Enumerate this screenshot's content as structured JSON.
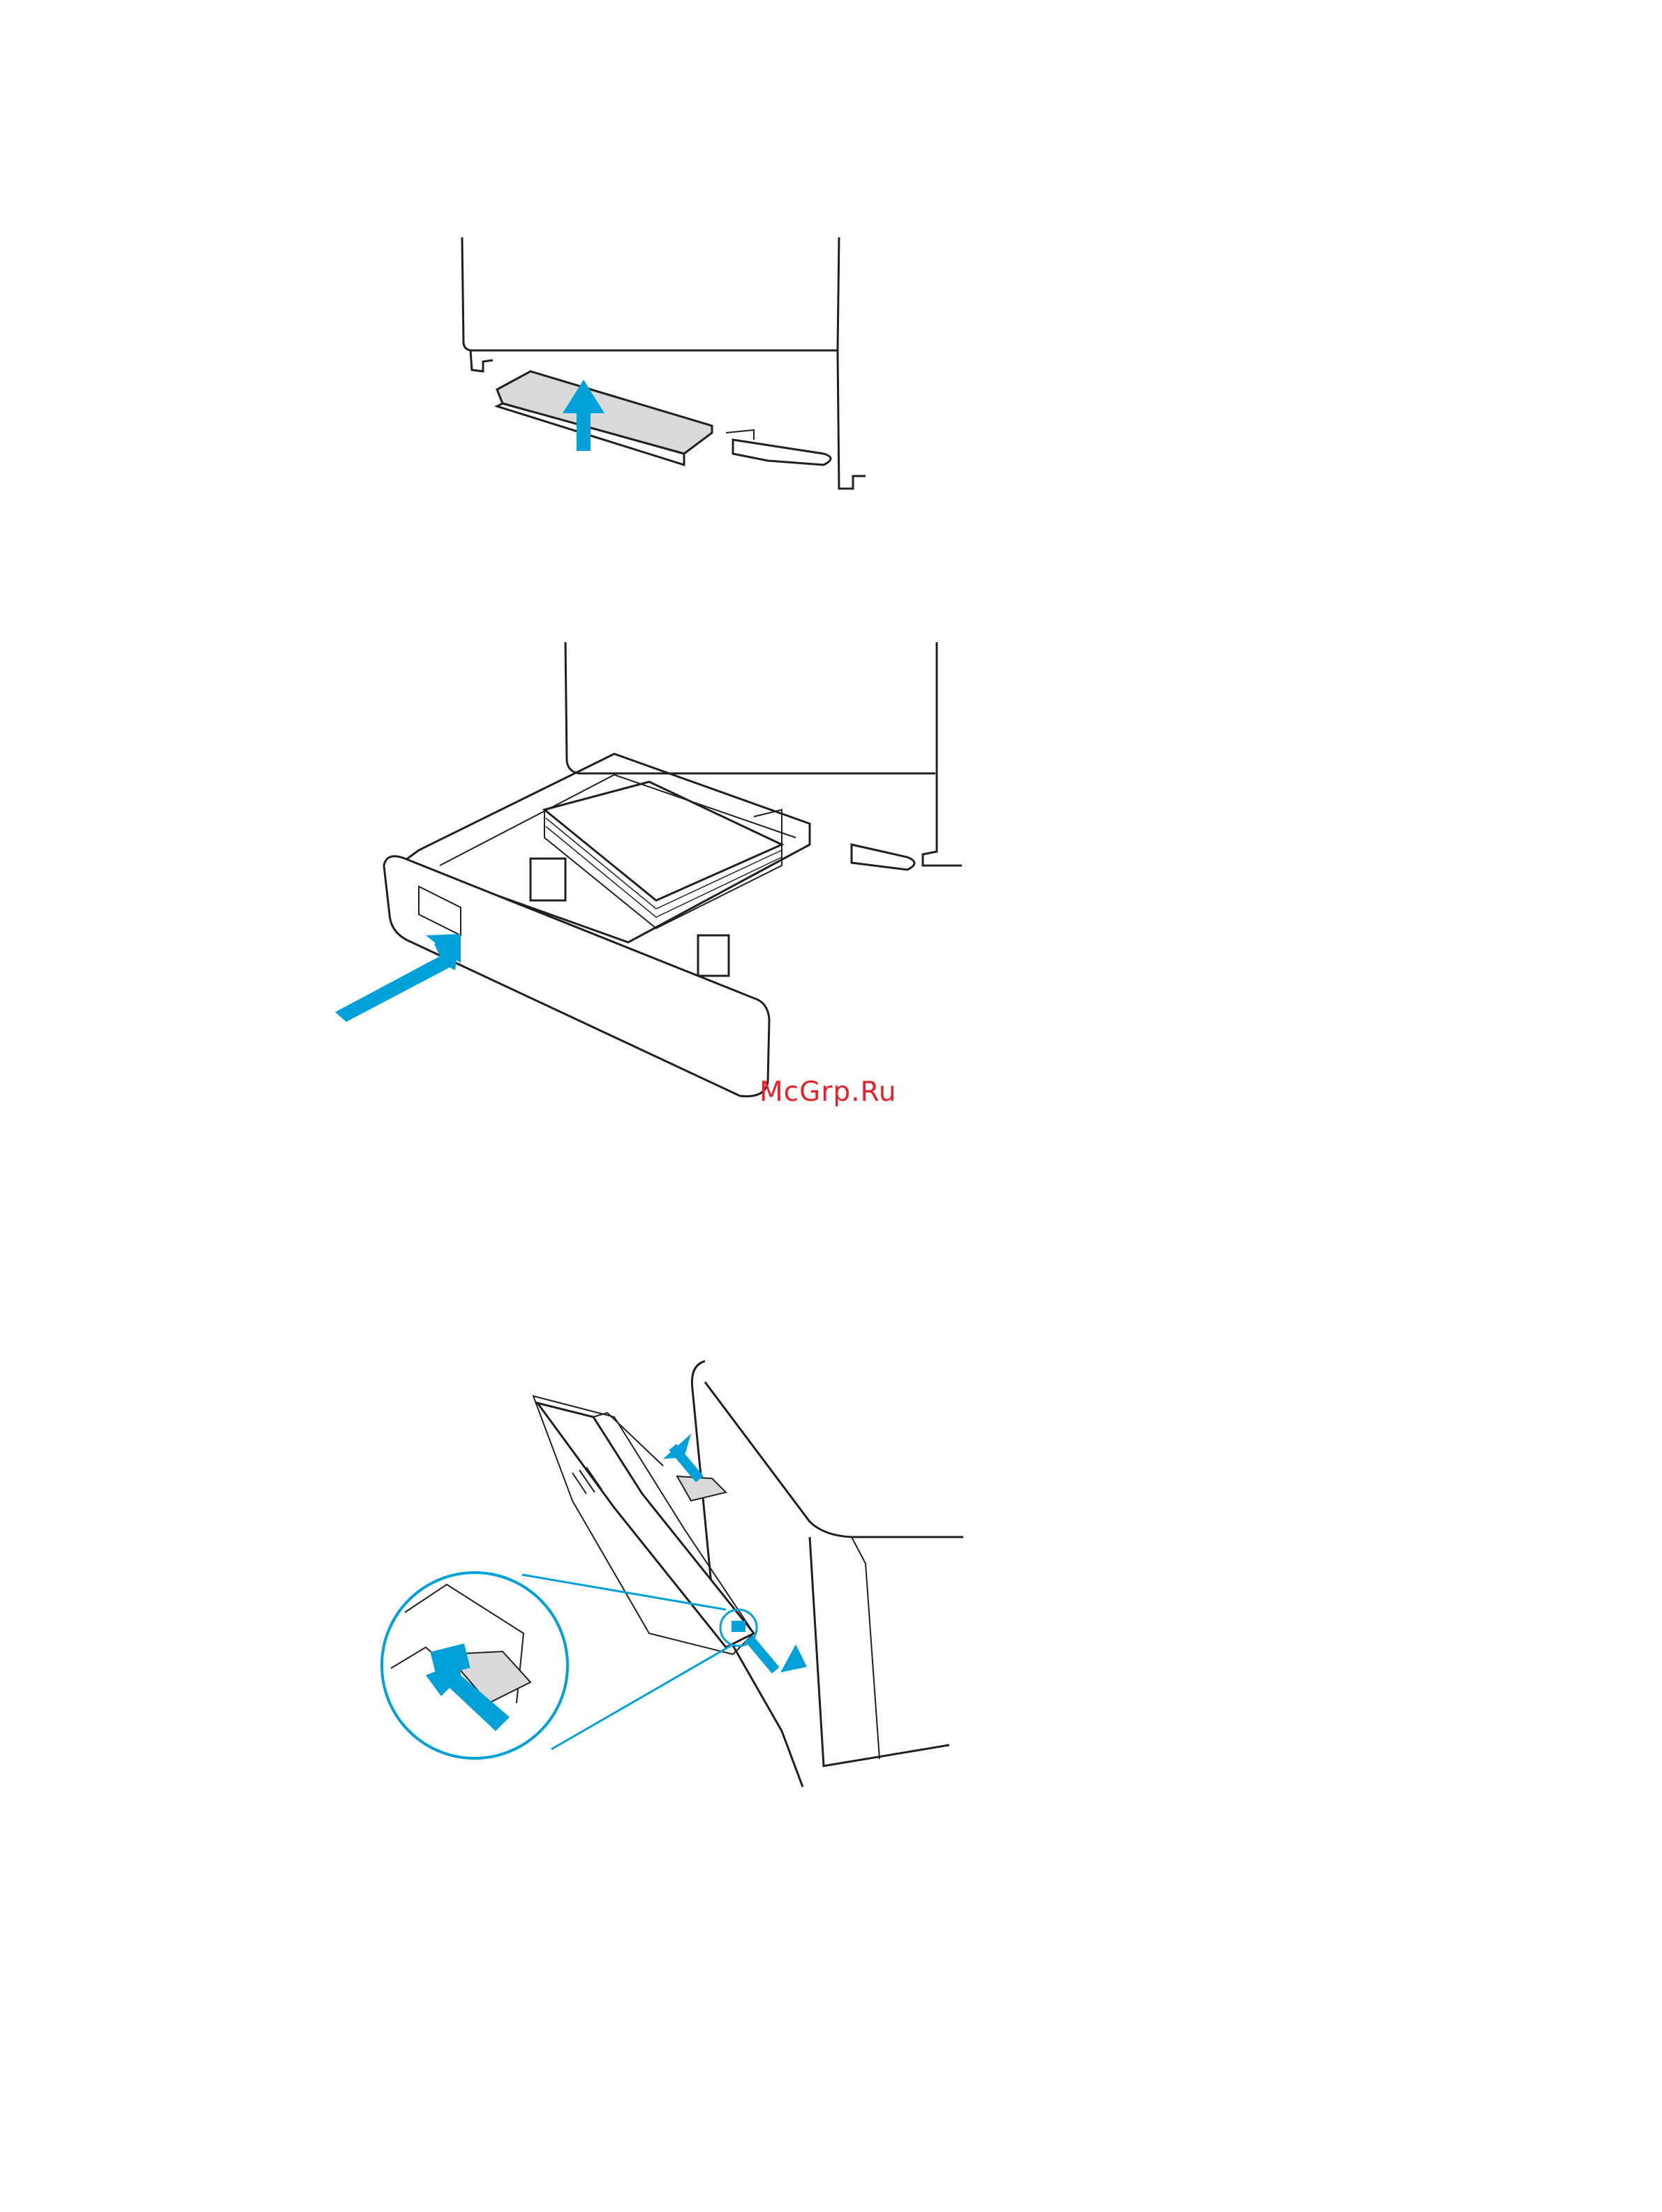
{
  "colors": {
    "accent": "#00a0d8",
    "line": "#231f20",
    "paper_gray": "#d9d9d9",
    "watermark": "#e8202a",
    "background": "#ffffff"
  },
  "watermark": {
    "text": "McGrp.Ru"
  },
  "figures": [
    {
      "id": "close-tray-dust-cover",
      "icon": "arrow-up-icon"
    },
    {
      "id": "insert-paper-tray",
      "icon": "arrow-in-icon"
    },
    {
      "id": "adjust-tray1-guides",
      "icon": "arrow-outward-icon"
    }
  ]
}
